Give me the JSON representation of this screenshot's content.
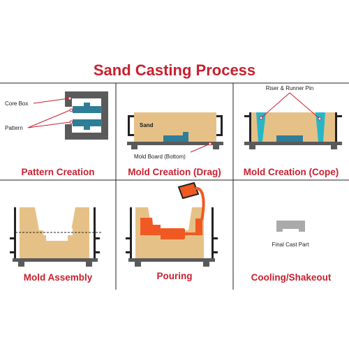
{
  "title": "Sand Casting Process",
  "colors": {
    "accent": "#c8202f",
    "sand": "#e6c187",
    "pattern": "#2e7e98",
    "flask": "#5a5a5a",
    "riser": "#27b6c8",
    "metal": "#f05a22",
    "part": "#aaaaaa"
  },
  "steps": [
    {
      "caption": "Pattern Creation",
      "labels": {
        "core_box": "Core Box",
        "pattern": "Pattern"
      }
    },
    {
      "caption": "Mold Creation (Drag)",
      "labels": {
        "sand": "Sand",
        "mold_board": "Mold Board (Bottom)"
      }
    },
    {
      "caption": "Mold Creation (Cope)",
      "labels": {
        "riser_runner": "Riser & Runner Pin"
      }
    },
    {
      "caption": "Mold Assembly"
    },
    {
      "caption": "Pouring"
    },
    {
      "caption": "Cooling/Shakeout",
      "labels": {
        "final_part": "Final Cast Part"
      }
    }
  ]
}
